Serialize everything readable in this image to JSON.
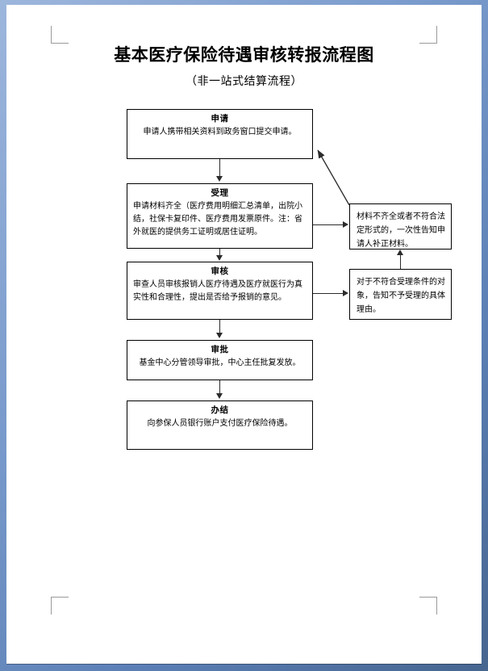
{
  "document": {
    "title": "基本医疗保险待遇审核转报流程图",
    "subtitle": "（非一站式结算流程）"
  },
  "flow": {
    "main_steps": [
      {
        "id": "apply",
        "heading": "申请",
        "body": "申请人携带相关资料到政务窗口提交申请。"
      },
      {
        "id": "accept",
        "heading": "受理",
        "body": "申请材料齐全（医疗费用明细汇总清单，出院小结，社保卡复印件、医疗费用发票原件。注：省外就医的提供务工证明或居住证明。"
      },
      {
        "id": "review",
        "heading": "审核",
        "body": "审查人员审核报销人医疗待遇及医疗就医行为真实性和合理性，提出是否给予报销的意见。"
      },
      {
        "id": "approve",
        "heading": "审批",
        "body": "基金中心分管领导审批，中心主任批复发放。"
      },
      {
        "id": "complete",
        "heading": "办结",
        "body": "向参保人员银行账户支付医疗保险待遇。"
      }
    ],
    "side_notes": [
      {
        "id": "incomplete-materials",
        "body": "材料不齐全或者不符合法定形式的，一次性告知申请人补正材料。"
      },
      {
        "id": "not-accepted",
        "body": "对于不符合受理条件的对象，告知不予受理的具体理由。"
      }
    ]
  },
  "colors": {
    "line": "#2b2b2b",
    "box_border": "#000000",
    "paper": "#ffffff",
    "viewer_chrome": "#7b9ccd",
    "crop_mark": "#9a9a9a"
  }
}
